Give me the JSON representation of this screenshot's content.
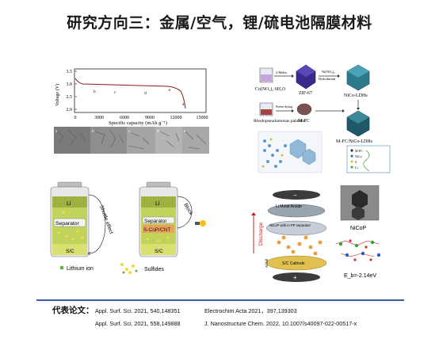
{
  "title": "研究方向三：金属/空气，锂/硫电池隔膜材料",
  "panel_plot": {
    "ylabel": "Voltage (V)",
    "xlabel": "Specific capacity (mAh g⁻¹)",
    "yticks": [
      "3.5",
      "3.0",
      "2.5",
      "2.0"
    ],
    "xticks": [
      "0",
      "3000",
      "6000",
      "9000",
      "12000",
      "15000"
    ],
    "point_labels": [
      "a",
      "b",
      "c",
      "d",
      "e"
    ],
    "sem_labels": [
      "a",
      "b",
      "c",
      "d",
      "e"
    ]
  },
  "panel_synthesis": {
    "reagent1": "2-MeIm",
    "reagent2": "Ni(NO₃)₂",
    "process": "Hydrothermal",
    "precursor": "Co(NO₃)₂·6H₂O",
    "zif": "ZIF-67",
    "ldh": "NiCo-LDHs",
    "bio": "Rhodopseudomonas palustris",
    "process2": "Freeze drying",
    "mfc": "M-FC",
    "composite": "M-FC/NiCo-LDHs",
    "legend": [
      "M-FC",
      "NiCo",
      "S",
      "Li"
    ]
  },
  "panel_battery": {
    "left_top": "Li",
    "left_sep": "Separator",
    "left_bottom": "S/C",
    "shuttle": "Shuttle effect",
    "right_top": "Li",
    "right_sep": "Separator",
    "right_coat": "S-CoP/CNT",
    "right_bottom": "S/C",
    "block": "Block",
    "legend_li": "Lithium ion",
    "legend_s": "Sulfides"
  },
  "panel_cell": {
    "discharge": "Discharge",
    "anode": "Li Metal Anode",
    "separator": "NiCoP with in PP separator",
    "cathode": "S/C Cathode",
    "foil": "Al foil",
    "material": "NiCoP",
    "energy": "E_b=-2.14eV"
  },
  "references": {
    "label": "代表论文：",
    "items": [
      "Appl. Surf. Sci. 2021, 540,148351",
      "Electrochim Acta 2021，397,139303",
      "Appl. Surf. Sci. 2021, 558,149888",
      "J. Nanostructure Chem. 2022, 10.1007/s40097-022-00517-x"
    ]
  },
  "colors": {
    "rule": "#3b5f9e",
    "curve": "#8b1a1a",
    "battery_fill": "#c8d84a",
    "zif": "#3a2a8c",
    "ldh": "#2c7a8c"
  }
}
